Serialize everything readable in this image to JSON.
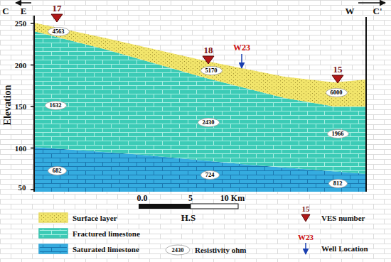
{
  "diagram": {
    "nodes": [
      {
        "text": [
          "4563"
        ]
      },
      {
        "text": [
          "5170"
        ]
      },
      {
        "text": [
          "6000"
        ]
      },
      {
        "text": [
          "1632"
        ]
      },
      {
        "text": [
          "2430"
        ]
      },
      {
        "text": [
          "1966"
        ]
      },
      {
        "text": [
          "682"
        ]
      },
      {
        "text": [
          "724"
        ]
      },
      {
        "text": [
          "812"
        ]
      }
    ],
    "labels": [
      "C",
      "E",
      "W",
      "C'",
      "17",
      "18",
      "W23",
      "15",
      "250",
      "200",
      "150",
      "100",
      "50",
      "Elevation",
      "0.0",
      "5",
      "10 Km",
      "H.S",
      "15",
      "W23",
      "2430"
    ],
    "legend": [
      {
        "text": "Surface layer",
        "color": "#f2e56b"
      },
      {
        "text": "Fractured limestone",
        "color": "#3ccbb6"
      },
      {
        "text": "Saturated limestone",
        "color": "#35ace0"
      },
      {
        "text": "Resistivity ohm"
      },
      {
        "text": "VES number"
      },
      {
        "text": "Well Location"
      }
    ]
  }
}
